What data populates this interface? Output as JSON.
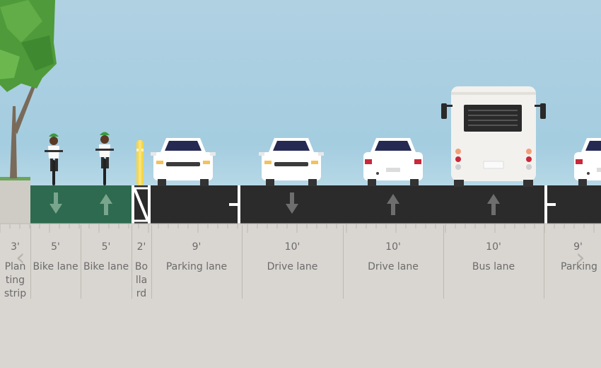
{
  "segments": [
    {
      "width": "3'",
      "name": "Planting strip",
      "lines": [
        "Plan",
        "ting",
        "strip"
      ]
    },
    {
      "width": "5'",
      "name": "Bike lane"
    },
    {
      "width": "5'",
      "name": "Bike lane"
    },
    {
      "width": "2'",
      "name": "Bollard",
      "lines": [
        "Bo",
        "lla",
        "rd"
      ]
    },
    {
      "width": "9'",
      "name": "Parking lane"
    },
    {
      "width": "10'",
      "name": "Drive lane"
    },
    {
      "width": "10'",
      "name": "Drive lane"
    },
    {
      "width": "10'",
      "name": "Bus lane"
    },
    {
      "width": "9'",
      "name": "Parking lane",
      "truncated": "Parking l"
    }
  ],
  "nav": {
    "prev_icon": "chevron-left-icon",
    "next_icon": "chevron-right-icon",
    "prev_glyph": "‹",
    "next_glyph": "›"
  },
  "colors": {
    "sky": "#a4cde0",
    "bike_lane": "#2d6a4f",
    "road": "#2b2b2b",
    "sidewalk": "#d9d6d1",
    "tree": "#4f9a3a",
    "bollard": "#f4d64a",
    "car": "#ffffff",
    "bus": "#f2f1ee"
  }
}
